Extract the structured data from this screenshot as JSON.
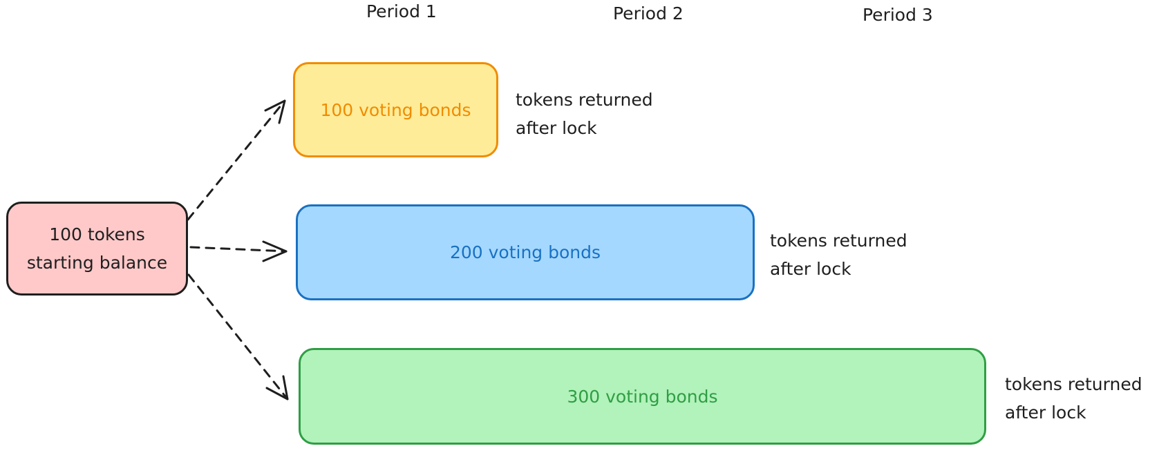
{
  "periods": [
    "Period 1",
    "Period 2",
    "Period 3"
  ],
  "start": {
    "line1": "100 tokens",
    "line2": "starting balance"
  },
  "bonds": [
    {
      "label": "100 voting bonds",
      "note_line1": "tokens returned",
      "note_line2": "after lock"
    },
    {
      "label": "200 voting bonds",
      "note_line1": "tokens returned",
      "note_line2": "after lock"
    },
    {
      "label": "300 voting bonds",
      "note_line1": "tokens returned",
      "note_line2": "after lock"
    }
  ],
  "colors": {
    "start_fill": "#ffc9c9",
    "start_stroke": "#1e1e1e",
    "bond1_fill": "#ffec99",
    "bond1_stroke": "#f08c00",
    "bond2_fill": "#a5d8ff",
    "bond2_stroke": "#1971c2",
    "bond3_fill": "#b2f2bb",
    "bond3_stroke": "#2f9e44",
    "arrow": "#1e1e1e"
  }
}
